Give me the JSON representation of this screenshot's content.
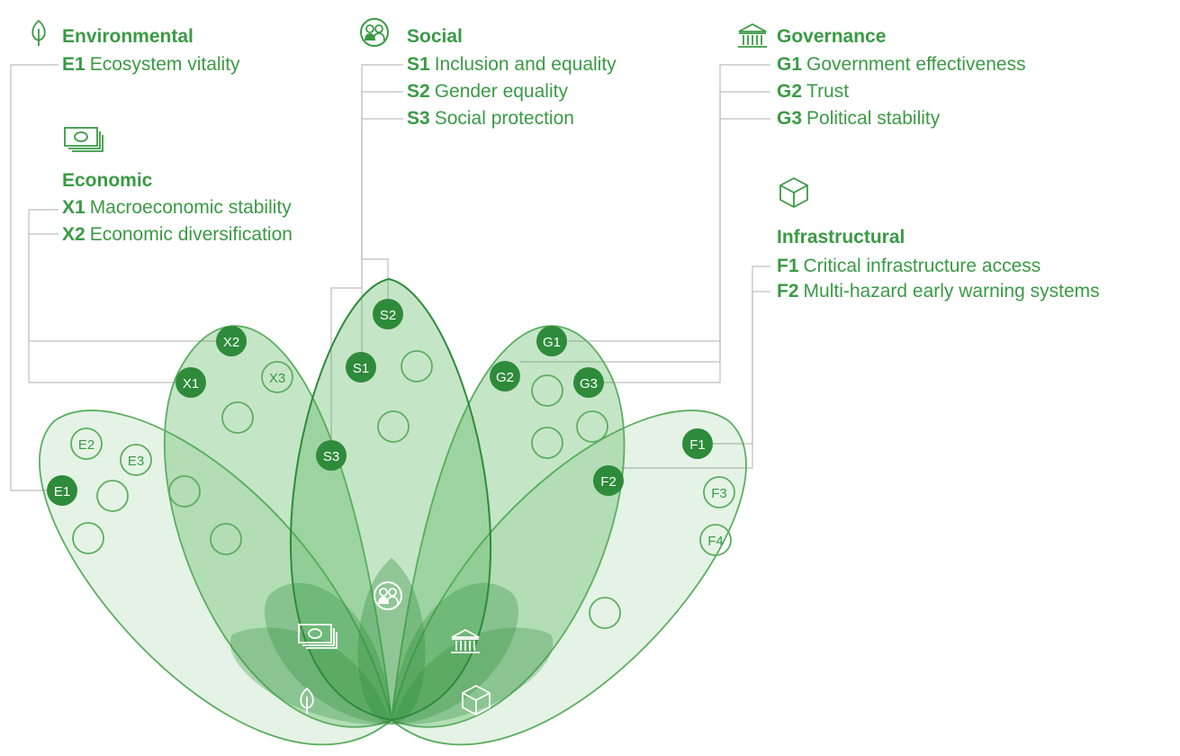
{
  "categories": {
    "environmental": {
      "title": "Environmental",
      "items": [
        {
          "code": "E1",
          "label": "Ecosystem vitality"
        }
      ]
    },
    "social": {
      "title": "Social",
      "items": [
        {
          "code": "S1",
          "label": "Inclusion and equality"
        },
        {
          "code": "S2",
          "label": "Gender equality"
        },
        {
          "code": "S3",
          "label": "Social protection"
        }
      ]
    },
    "governance": {
      "title": "Governance",
      "items": [
        {
          "code": "G1",
          "label": "Government effectiveness"
        },
        {
          "code": "G2",
          "label": "Trust"
        },
        {
          "code": "G3",
          "label": "Political stability"
        }
      ]
    },
    "economic": {
      "title": "Economic",
      "items": [
        {
          "code": "X1",
          "label": "Macroeconomic stability"
        },
        {
          "code": "X2",
          "label": "Economic diversification"
        }
      ]
    },
    "infrastructural": {
      "title": "Infrastructural",
      "items": [
        {
          "code": "F1",
          "label": "Critical infrastructure access"
        },
        {
          "code": "F2",
          "label": "Multi-hazard early warning systems"
        }
      ]
    }
  },
  "markers": {
    "filled": [
      "E1",
      "X1",
      "X2",
      "S1",
      "S2",
      "S3",
      "G1",
      "G2",
      "G3",
      "F1",
      "F2"
    ],
    "outlined": [
      "E2",
      "E3",
      "X3",
      "F3",
      "F4"
    ]
  },
  "icons": {
    "environmental": "leaf-icon",
    "social": "people-icon",
    "governance": "building-icon",
    "economic": "money-icon",
    "infrastructural": "cube-icon"
  },
  "colors": {
    "text": "#3a9a44",
    "marker_filled": "#2e8b3a",
    "connector": "#bdbdbd",
    "petal_fill": "#4caf50",
    "petal_stroke": "#5cae60"
  }
}
